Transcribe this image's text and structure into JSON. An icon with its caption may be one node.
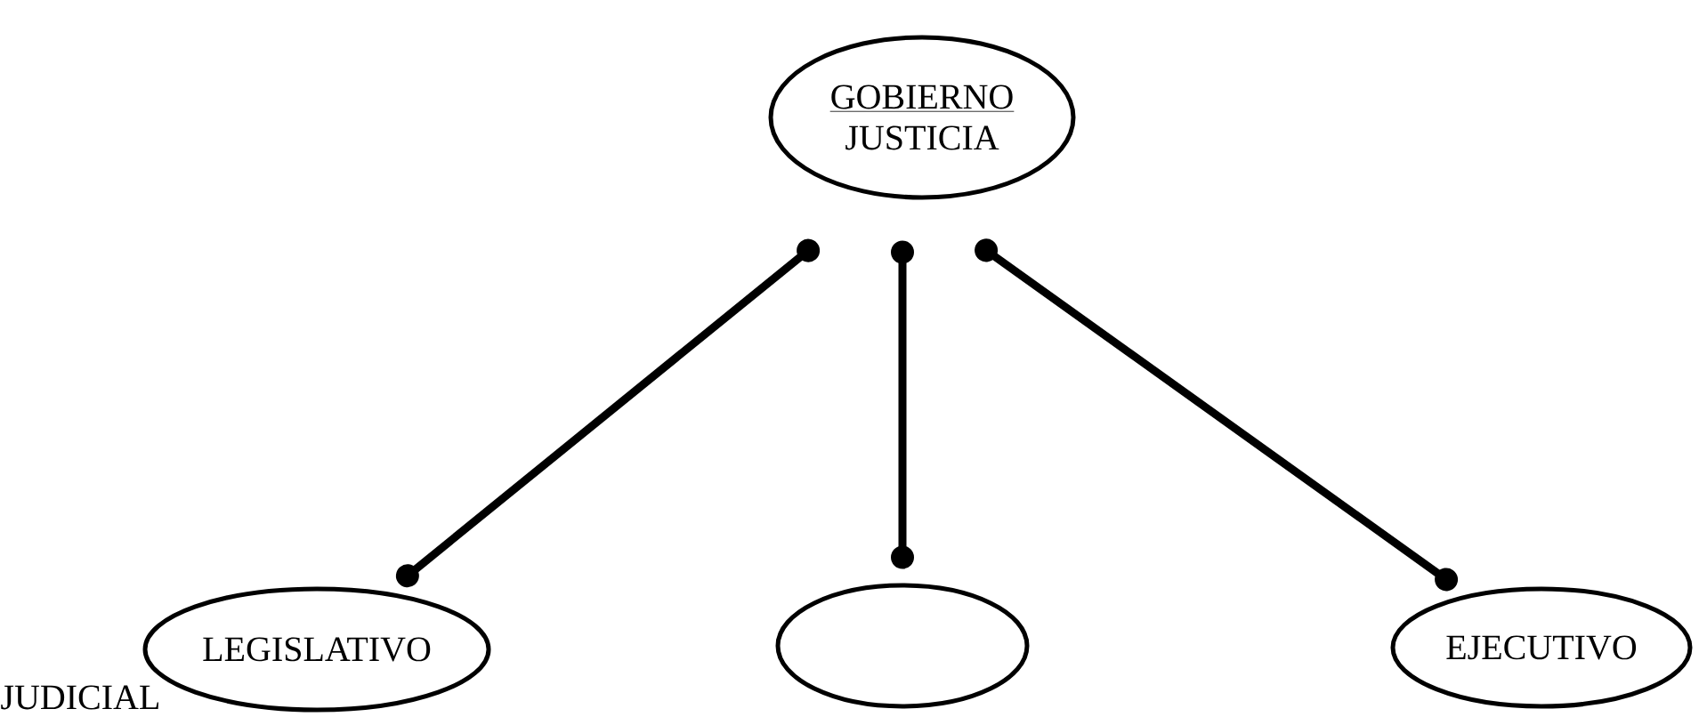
{
  "diagram": {
    "nodes": [
      {
        "text": [
          "GOBIERNO",
          "JUSTICIA"
        ]
      },
      {
        "text": [
          "LEGISLATIVO"
        ]
      },
      {
        "text": [],
        "shape": "ellipse"
      },
      {
        "text": [
          "EJECUTIVO"
        ]
      }
    ],
    "edges": [
      {
        "from": 0,
        "to": 1,
        "arrow": "other"
      },
      {
        "from": 0,
        "to": 2,
        "arrow": "other"
      },
      {
        "from": 0,
        "to": 3,
        "arrow": "other"
      }
    ],
    "labels": [
      "JUDICIAL"
    ]
  }
}
